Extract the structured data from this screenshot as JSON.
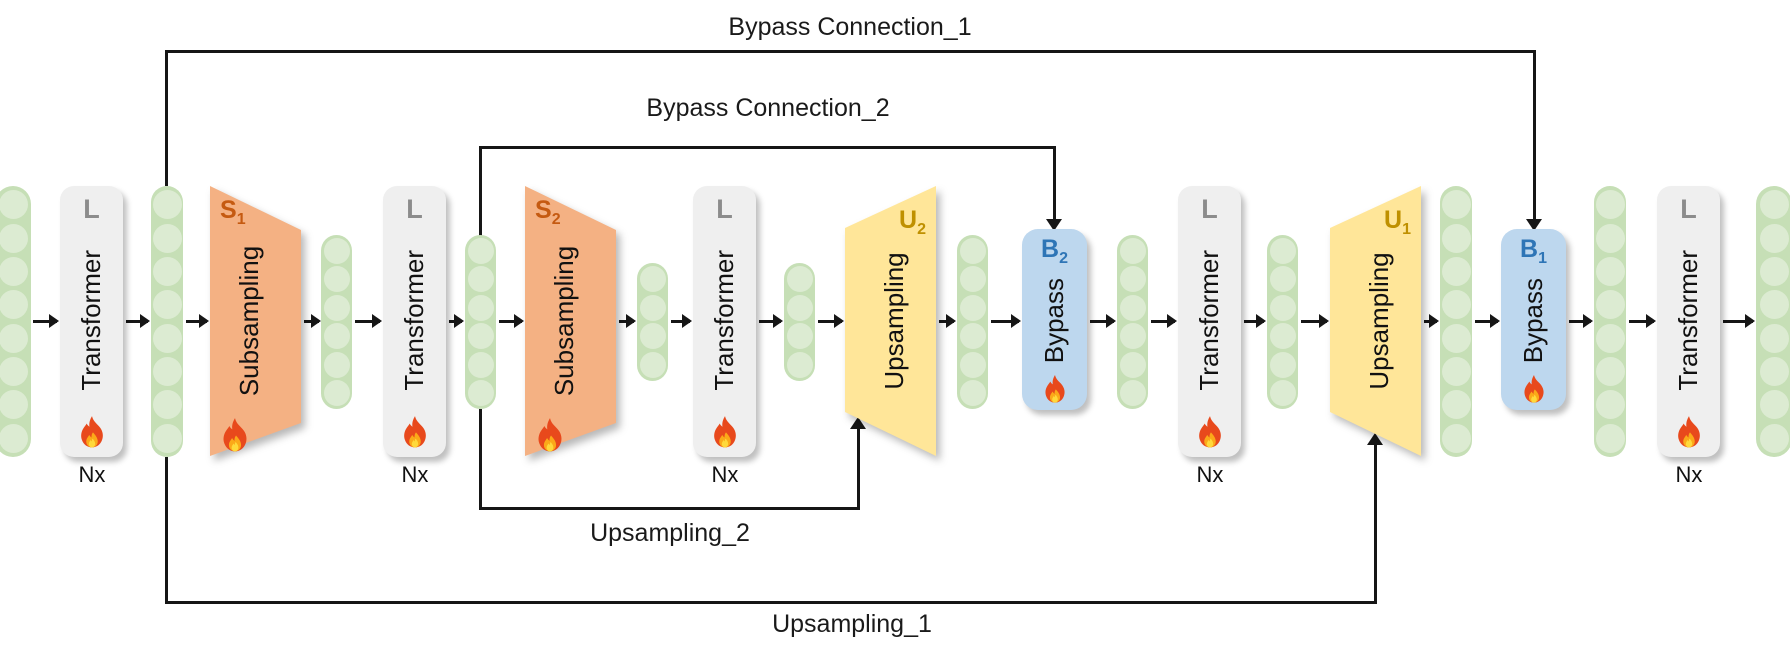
{
  "diagram": {
    "connection_labels": {
      "bypass_1": "Bypass Connection_1",
      "bypass_2": "Bypass Connection_2",
      "upsampling_2": "Upsampling_2",
      "upsampling_1": "Upsampling_1"
    },
    "transformer": {
      "tag": "L",
      "label": "Transformer",
      "repeat": "Nx"
    },
    "blocks": {
      "s1": {
        "tag": "S",
        "sub": "1",
        "label": "Subsampling"
      },
      "s2": {
        "tag": "S",
        "sub": "2",
        "label": "Subsampling"
      },
      "u2": {
        "tag": "U",
        "sub": "2",
        "label": "Upsampling"
      },
      "u1": {
        "tag": "U",
        "sub": "1",
        "label": "Upsampling"
      },
      "b2": {
        "tag": "B",
        "sub": "2",
        "label": "Bypass"
      },
      "b1": {
        "tag": "B",
        "sub": "1",
        "label": "Bypass"
      }
    },
    "token_columns": [
      8,
      8,
      6,
      6,
      4,
      4,
      6,
      6,
      6,
      8,
      8,
      8
    ],
    "colors": {
      "token_green": "#C6DFB6",
      "token_circle": "#DCEBD2",
      "transformer_gray": "#EFEFEF",
      "tag_gray": "#8C8C8C",
      "subsampling_orange": "#F4B183",
      "subsampling_tag": "#C55A11",
      "upsampling_yellow": "#FFE699",
      "upsampling_tag": "#BF9000",
      "bypass_blue": "#BDD7EE",
      "bypass_tag": "#2E75B6",
      "line_black": "#161616"
    }
  }
}
